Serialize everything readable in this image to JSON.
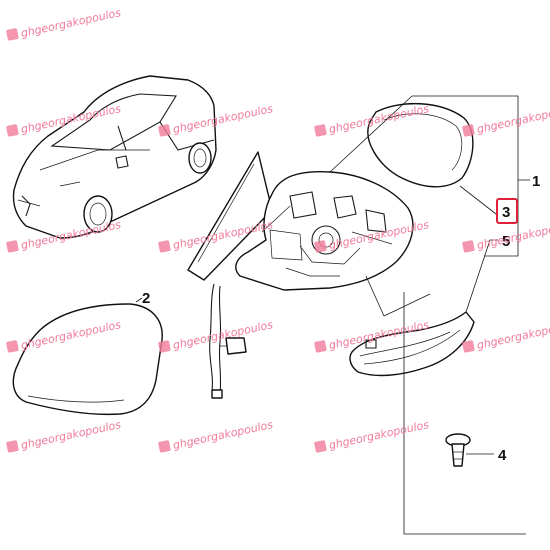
{
  "diagram": {
    "callouts": {
      "c1": "1",
      "c2": "2",
      "c3": "3",
      "c4": "4",
      "c5": "5"
    },
    "watermark_text": "ghgeorgakopoulos",
    "colors": {
      "line": "#1a1a1a",
      "highlight_box": "#e0203a",
      "watermark": "#f07a9a",
      "background": "#ffffff"
    }
  }
}
